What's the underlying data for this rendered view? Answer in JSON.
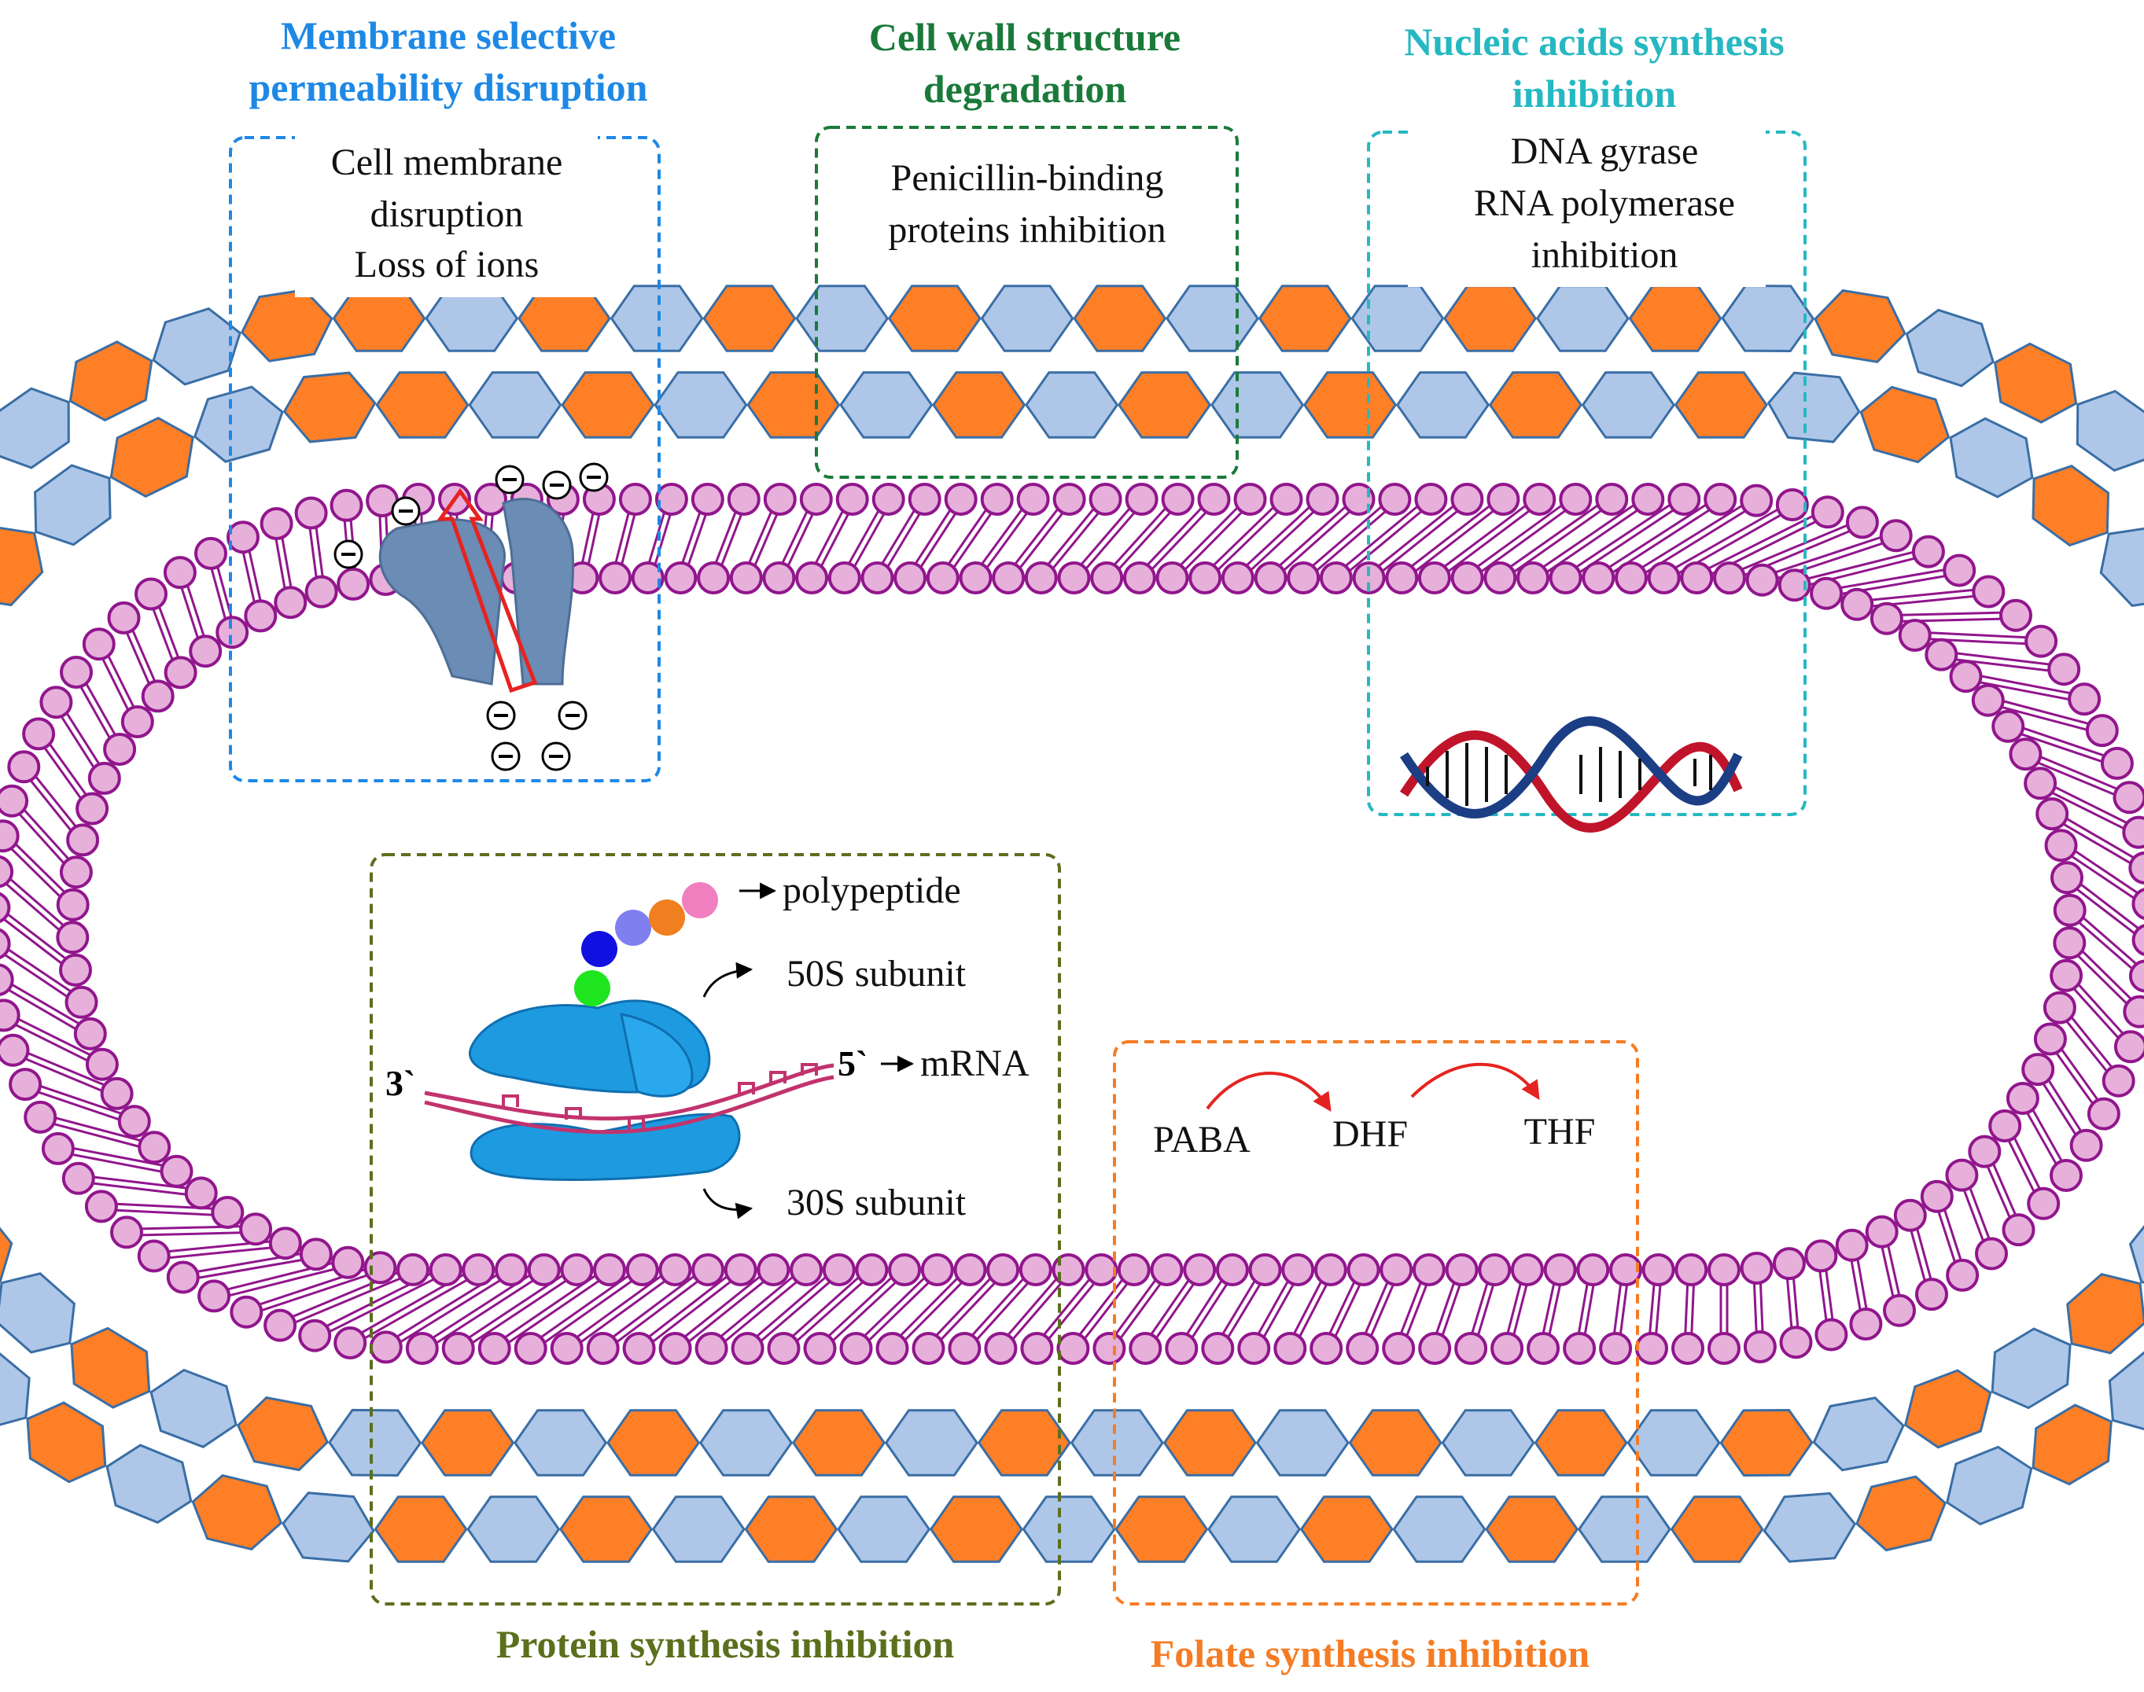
{
  "colors": {
    "hex_orange": "#ff7f27",
    "hex_blue": "#aec7e8",
    "hex_stroke": "#3a6ea5",
    "membrane": "#91168c",
    "lipid_head": "#e6b0db",
    "membrane_box": "#1e88e5",
    "cellwall_box": "#1b7a3a",
    "nucleic_box": "#26b8c2",
    "protein_box": "#5c6f1c",
    "folate_box": "#f57c24",
    "ribosome": "#1e9be0",
    "arrow_red": "#e52421"
  },
  "panels": {
    "membrane": {
      "title_lines": [
        "Membrane selective",
        "permeability disruption"
      ],
      "body_lines": [
        "Cell membrane",
        "disruption",
        "Loss of ions"
      ]
    },
    "cellwall": {
      "title_lines": [
        "Cell wall structure",
        "degradation"
      ],
      "body_lines": [
        "Penicillin-binding",
        "proteins inhibition"
      ]
    },
    "nucleic": {
      "title_lines": [
        "Nucleic acids synthesis",
        "inhibition"
      ],
      "body_lines": [
        "DNA gyrase",
        "RNA polymerase",
        "inhibition"
      ]
    },
    "protein": {
      "title": "Protein synthesis inhibition",
      "labels": {
        "polypeptide": "polypeptide",
        "large_subunit": "50S subunit",
        "mrna": "mRNA",
        "small_subunit": "30S subunit",
        "three_prime": "3`",
        "five_prime": "5`"
      }
    },
    "folate": {
      "title": "Folate synthesis inhibition",
      "steps": [
        "PABA",
        "DHF",
        "THF"
      ]
    }
  },
  "ion_symbol": "⊖",
  "icons": [
    "ion-channel-icon",
    "dna-helix-icon",
    "ribosome-icon",
    "polypeptide-chain-icon"
  ]
}
